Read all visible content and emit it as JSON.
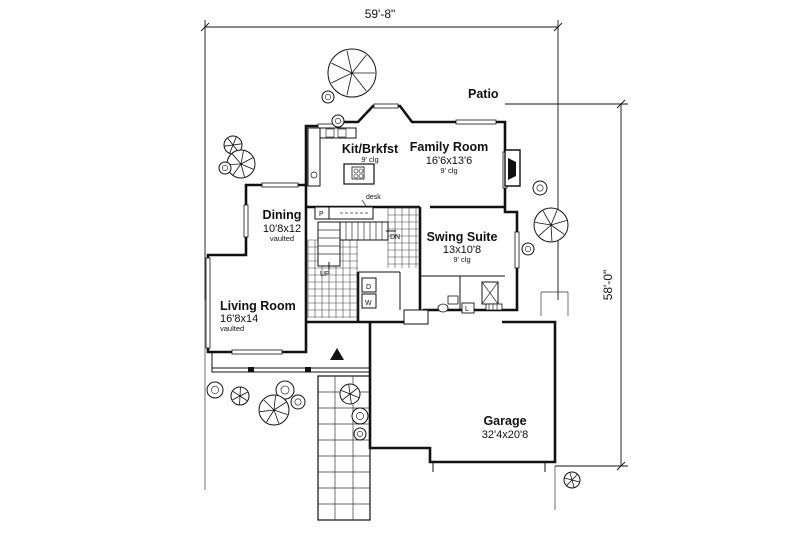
{
  "dimensions": {
    "width": "59'-8\"",
    "depth": "58'-0\""
  },
  "outdoor": {
    "patio": "Patio"
  },
  "rooms": {
    "kitchen": {
      "name": "Kit/Brkfst",
      "ceiling": "9' clg"
    },
    "family": {
      "name": "Family Room",
      "size": "16'6x13'6",
      "ceiling": "9' clg"
    },
    "dining": {
      "name": "Dining",
      "size": "10'8x12",
      "ceiling": "vaulted"
    },
    "swing": {
      "name": "Swing Suite",
      "size": "13x10'8",
      "ceiling": "9' clg"
    },
    "living": {
      "name": "Living Room",
      "size": "16'8x14",
      "ceiling": "vaulted"
    },
    "garage": {
      "name": "Garage",
      "size": "32'4x20'8"
    }
  },
  "labels": {
    "desk": "desk",
    "pantry": "P",
    "dn": "DN",
    "up": "UP",
    "dryer": "D",
    "washer": "W",
    "linen": "L"
  }
}
